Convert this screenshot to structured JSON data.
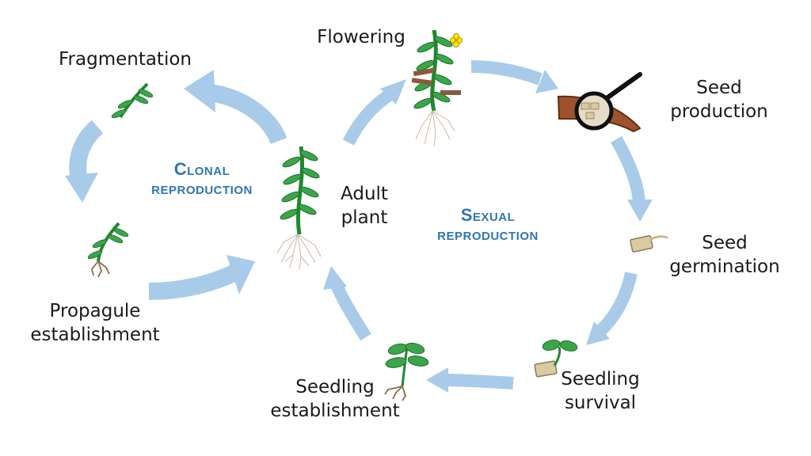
{
  "cycles": {
    "clonal": {
      "line1": "Clonal",
      "line2": "reproduction"
    },
    "sexual": {
      "line1": "Sexual",
      "line2": "reproduction"
    }
  },
  "stages": {
    "fragmentation": "Fragmentation",
    "propagule_establishment": "Propagule\nestablishment",
    "adult_plant": "Adult\nplant",
    "flowering": "Flowering",
    "seed_production": "Seed\nproduction",
    "seed_germination": "Seed\ngermination",
    "seedling_survival": "Seedling\nsurvival",
    "seedling_establishment": "Seedling\nestablishment"
  },
  "colors": {
    "arrow": "#a9cbea",
    "title": "#2f75b5",
    "leaf": "#3aa64a",
    "stem": "#1f8a2e",
    "root": "#8b6a4e",
    "seed": "#d9caa0",
    "seed_pod": "#a0522d",
    "flower": "#ffe600"
  }
}
